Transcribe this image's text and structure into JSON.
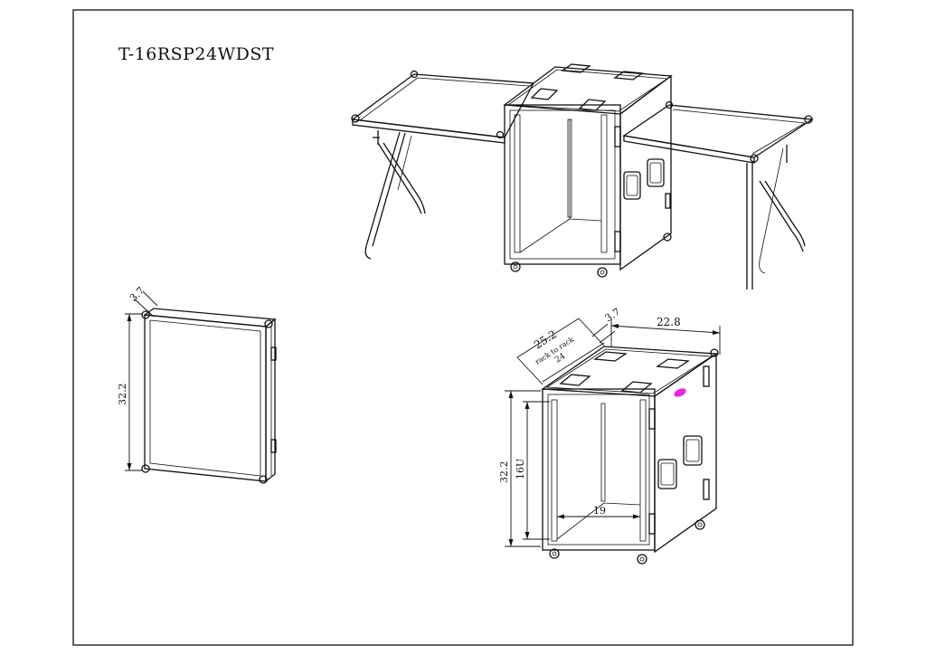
{
  "drawing": {
    "title": "T-16RSP24WDST"
  },
  "dimensions": {
    "lid_depth": "3.7",
    "lid_height": "32.2",
    "case_depth_top": "3.7",
    "case_width": "22.8",
    "case_depth": "25.2",
    "rack_note": "rack to rack",
    "rack_depth": "24",
    "case_height": "32.2",
    "rack_units": "16U",
    "rack_width": "19"
  },
  "colors": {
    "line": "#111111",
    "marker": "#ee22ee"
  }
}
